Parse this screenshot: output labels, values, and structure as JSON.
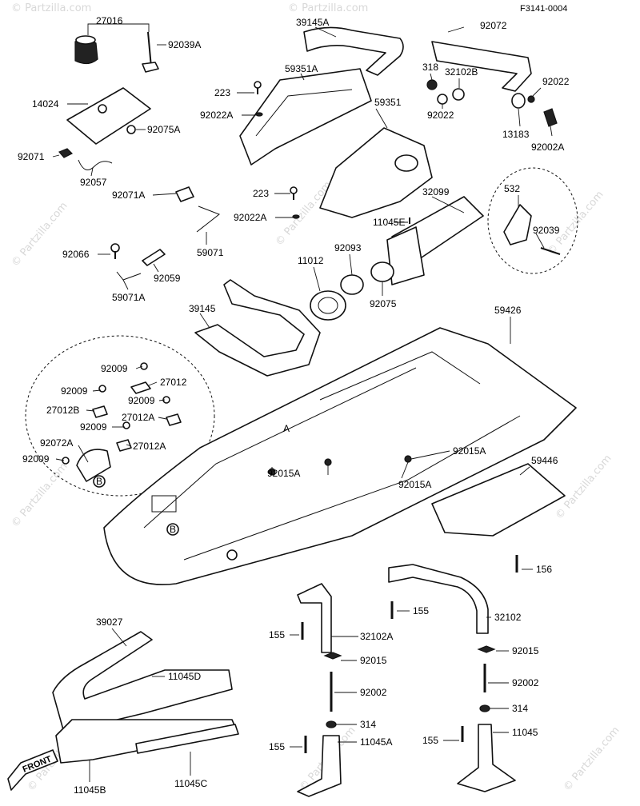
{
  "ref_code": "F3141-0004",
  "watermark": "© Partzilla.com",
  "front_label": "FRONT",
  "callouts": {
    "A": "A",
    "B": "B"
  },
  "labels": [
    {
      "id": "p27016",
      "text": "27016"
    },
    {
      "id": "p92039A",
      "text": "92039A"
    },
    {
      "id": "p14024",
      "text": "14024"
    },
    {
      "id": "p92075A",
      "text": "92075A"
    },
    {
      "id": "p92071",
      "text": "92071"
    },
    {
      "id": "p92057",
      "text": "92057"
    },
    {
      "id": "p39145A",
      "text": "39145A"
    },
    {
      "id": "p59351A",
      "text": "59351A"
    },
    {
      "id": "p223a",
      "text": "223"
    },
    {
      "id": "p92022Aa",
      "text": "92022A"
    },
    {
      "id": "p59351",
      "text": "59351"
    },
    {
      "id": "p223b",
      "text": "223"
    },
    {
      "id": "p92022Ab",
      "text": "92022A"
    },
    {
      "id": "p92072",
      "text": "92072"
    },
    {
      "id": "p318",
      "text": "318"
    },
    {
      "id": "p32102B",
      "text": "32102B"
    },
    {
      "id": "p92022a",
      "text": "92022"
    },
    {
      "id": "p92022b",
      "text": "92022"
    },
    {
      "id": "p13183",
      "text": "13183"
    },
    {
      "id": "p92002A",
      "text": "92002A"
    },
    {
      "id": "p92071A",
      "text": "92071A"
    },
    {
      "id": "p32099",
      "text": "32099"
    },
    {
      "id": "p11045E",
      "text": "11045E"
    },
    {
      "id": "p532",
      "text": "532"
    },
    {
      "id": "p92039",
      "text": "92039"
    },
    {
      "id": "p92066",
      "text": "92066"
    },
    {
      "id": "p59071",
      "text": "59071"
    },
    {
      "id": "p92093",
      "text": "92093"
    },
    {
      "id": "p11012",
      "text": "11012"
    },
    {
      "id": "p92059",
      "text": "92059"
    },
    {
      "id": "p59071A",
      "text": "59071A"
    },
    {
      "id": "p92075",
      "text": "92075"
    },
    {
      "id": "p39145",
      "text": "39145"
    },
    {
      "id": "p59426",
      "text": "59426"
    },
    {
      "id": "p92009a",
      "text": "92009"
    },
    {
      "id": "p27012",
      "text": "27012"
    },
    {
      "id": "p92009b",
      "text": "92009"
    },
    {
      "id": "p92009c",
      "text": "92009"
    },
    {
      "id": "p27012B",
      "text": "27012B"
    },
    {
      "id": "p27012A",
      "text": "27012A"
    },
    {
      "id": "p92009d",
      "text": "92009"
    },
    {
      "id": "p92072A",
      "text": "92072A"
    },
    {
      "id": "p27012A2",
      "text": "27012A"
    },
    {
      "id": "p92009e",
      "text": "92009"
    },
    {
      "id": "p92015Aa",
      "text": "92015A"
    },
    {
      "id": "p92015Ab",
      "text": "92015A"
    },
    {
      "id": "p92015Ac",
      "text": "92015A"
    },
    {
      "id": "p59446",
      "text": "59446"
    },
    {
      "id": "p156",
      "text": "156"
    },
    {
      "id": "p155a",
      "text": "155"
    },
    {
      "id": "p32102",
      "text": "32102"
    },
    {
      "id": "p155b",
      "text": "155"
    },
    {
      "id": "p32102A",
      "text": "32102A"
    },
    {
      "id": "p92015a",
      "text": "92015"
    },
    {
      "id": "p92015b",
      "text": "92015"
    },
    {
      "id": "p92002a",
      "text": "92002"
    },
    {
      "id": "p92002b",
      "text": "92002"
    },
    {
      "id": "p314a",
      "text": "314"
    },
    {
      "id": "p314b",
      "text": "314"
    },
    {
      "id": "p39027",
      "text": "39027"
    },
    {
      "id": "p11045D",
      "text": "11045D"
    },
    {
      "id": "p155c",
      "text": "155"
    },
    {
      "id": "p11045A",
      "text": "11045A"
    },
    {
      "id": "p155d",
      "text": "155"
    },
    {
      "id": "p11045",
      "text": "11045"
    },
    {
      "id": "p11045B",
      "text": "11045B"
    },
    {
      "id": "p11045C",
      "text": "11045C"
    }
  ]
}
